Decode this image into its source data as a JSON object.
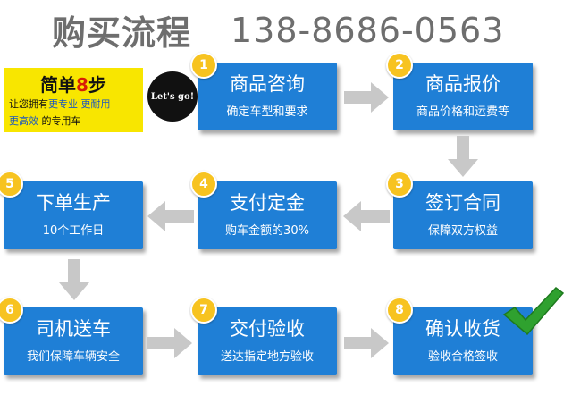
{
  "header": {
    "title": "购买流程",
    "phone": "138-8686-0563"
  },
  "promo": {
    "top_prefix": "简单",
    "top_num": "8",
    "top_suffix": "步",
    "l1_a": "让您拥有",
    "l1_b": "更专业",
    "l1_c": " ",
    "l1_d": "更耐用",
    "l2_a": "更高效",
    "l2_b": "  的专用车"
  },
  "badge_text": "Let's go!",
  "steps": [
    {
      "num": "1",
      "title": "商品咨询",
      "sub": "确定车型和要求"
    },
    {
      "num": "2",
      "title": "商品报价",
      "sub": "商品价格和运费等"
    },
    {
      "num": "3",
      "title": "签订合同",
      "sub": "保障双方权益"
    },
    {
      "num": "4",
      "title": "支付定金",
      "sub": "购车金额的30%"
    },
    {
      "num": "5",
      "title": "下单生产",
      "sub": "10个工作日"
    },
    {
      "num": "6",
      "title": "司机送车",
      "sub": "我们保障车辆安全"
    },
    {
      "num": "7",
      "title": "交付验收",
      "sub": "送达指定地方验收"
    },
    {
      "num": "8",
      "title": "确认收货",
      "sub": "验收合格签收"
    }
  ],
  "colors": {
    "card": "#1f7fd6",
    "badge": "#f7c320",
    "arrow": "#c8c8c8",
    "check": "#2fa12f",
    "promo": "#f8e600"
  }
}
